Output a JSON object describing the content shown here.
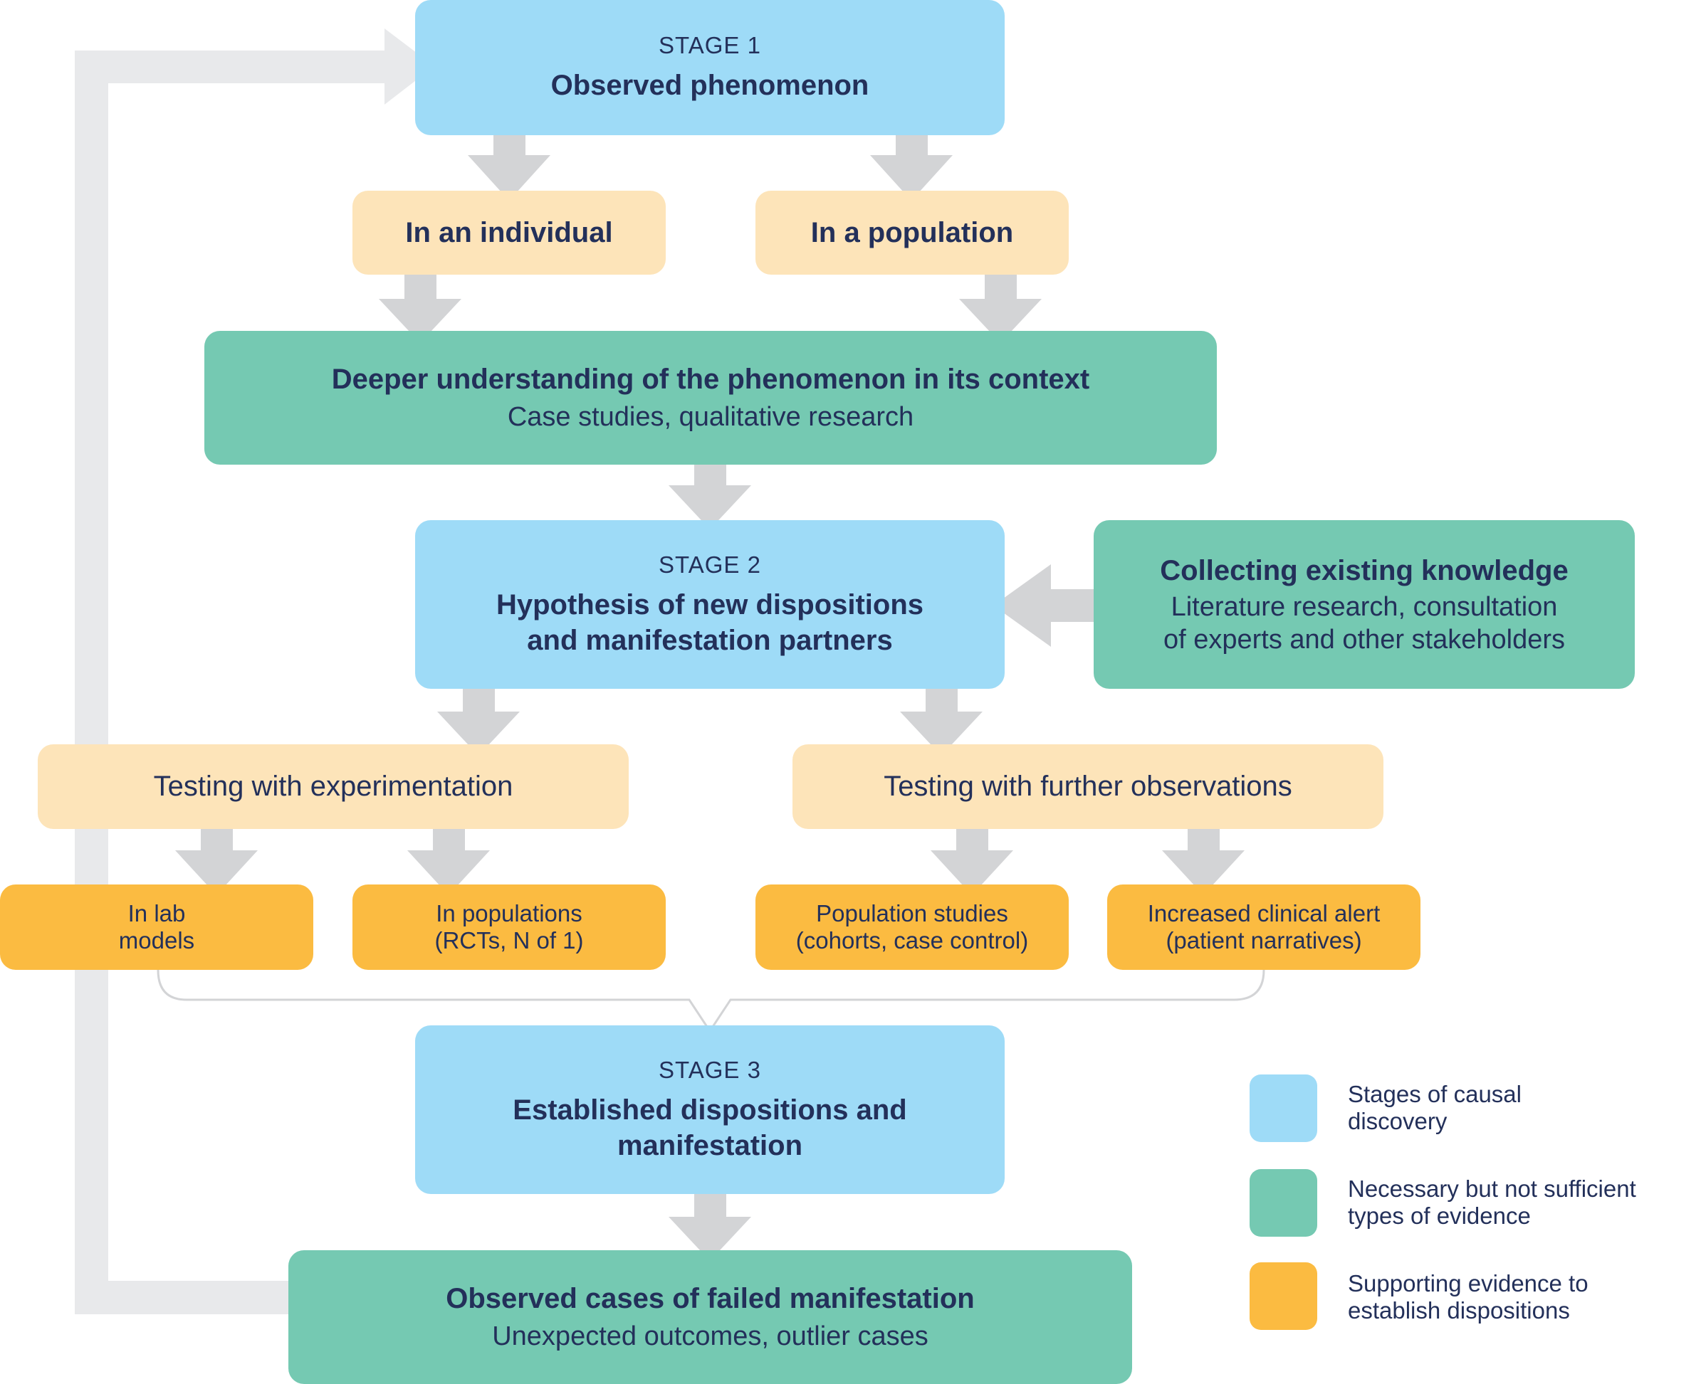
{
  "stage1": {
    "stage_label": "STAGE 1",
    "title": "Observed phenomenon"
  },
  "individual": {
    "label": "In an individual"
  },
  "population": {
    "label": "In a population"
  },
  "deeper": {
    "title": "Deeper understanding of the phenomenon in its context",
    "subtitle": "Case studies, qualitative research"
  },
  "stage2": {
    "stage_label": "STAGE 2",
    "title_line1": "Hypothesis of new dispositions",
    "title_line2": "and manifestation partners"
  },
  "collecting": {
    "title": "Collecting existing knowledge",
    "subtitle_line1": "Literature research, consultation",
    "subtitle_line2": "of experts and other stakeholders"
  },
  "testing_experimentation": {
    "label": "Testing with experimentation"
  },
  "testing_observations": {
    "label": "Testing with further observations"
  },
  "lab_models": {
    "line1": "In lab",
    "line2": "models"
  },
  "in_populations": {
    "line1": "In populations",
    "line2": "(RCTs, N of 1)"
  },
  "population_studies": {
    "line1": "Population studies",
    "line2": "(cohorts, case control)"
  },
  "clinical_alert": {
    "line1": "Increased clinical alert",
    "line2": "(patient narratives)"
  },
  "stage3": {
    "stage_label": "STAGE 3",
    "title_line1": "Established dispositions and",
    "title_line2": "manifestation"
  },
  "failed": {
    "title": "Observed cases of failed manifestation",
    "subtitle": "Unexpected outcomes, outlier cases"
  },
  "legend": [
    {
      "color": "#9edbf7",
      "line1": "Stages of causal",
      "line2": "discovery"
    },
    {
      "color": "#75c9b2",
      "line1": "Necessary but not sufficient",
      "line2": "types of evidence"
    },
    {
      "color": "#fbbb41",
      "line1": "Supporting evidence to",
      "line2": "establish dispositions"
    }
  ],
  "colors": {
    "stage": "#9edbf7",
    "evidence": "#75c9b2",
    "context": "#fde4b9",
    "supporting": "#fbbb41",
    "arrow": "#d3d4d6",
    "text": "#23305a"
  }
}
